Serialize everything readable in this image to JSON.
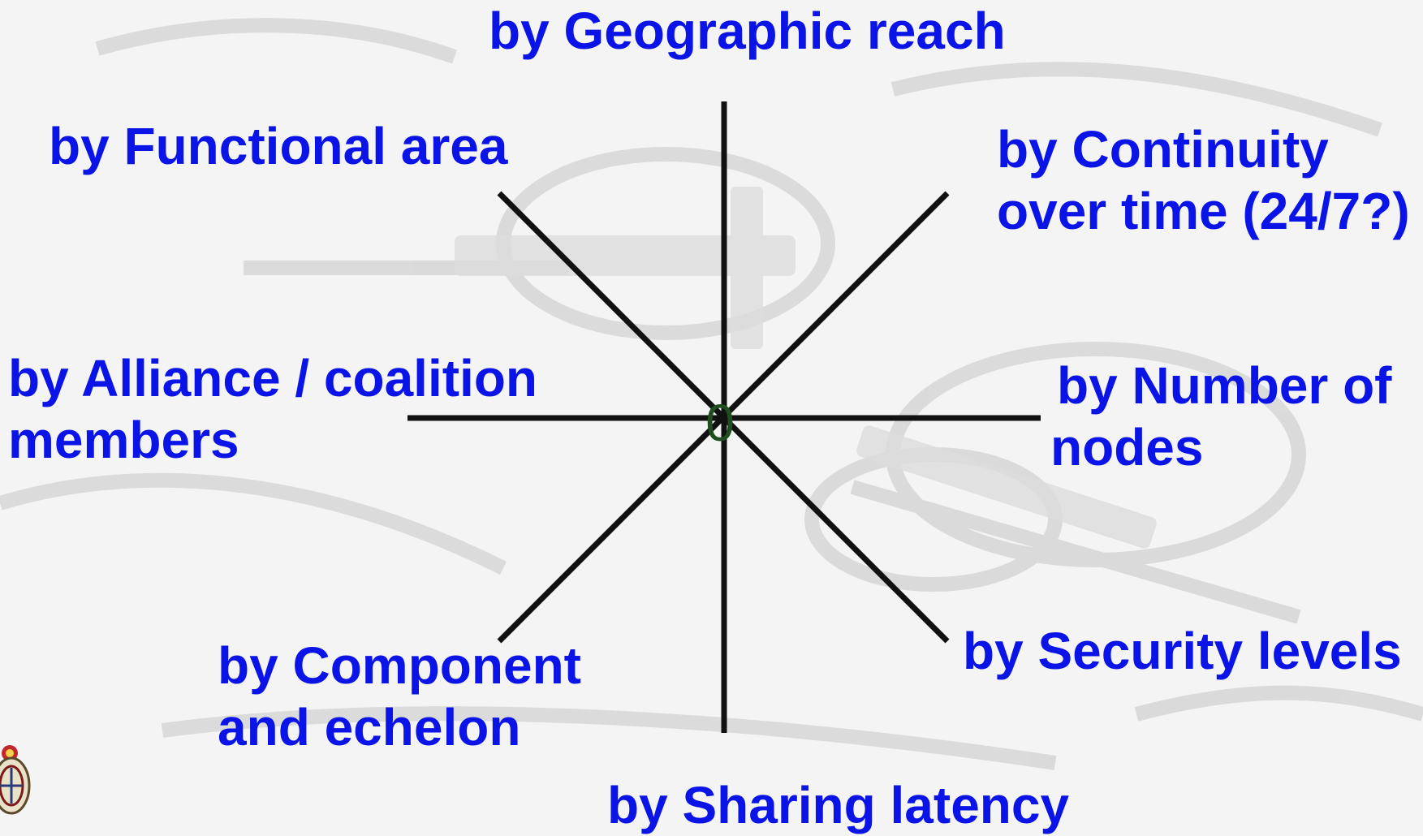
{
  "diagram": {
    "labels": {
      "top": "by Geographic reach",
      "top_left": "by Functional area",
      "top_right_line1": "by Continuity",
      "top_right_line2": "over time (24/7?)",
      "left_line1": "by Alliance / coalition",
      "left_line2": "members",
      "right_line1": "by Number of",
      "right_line2": "nodes",
      "bottom_left_line1": "by Component",
      "bottom_left_line2": "and echelon",
      "bottom_right": "by Security levels",
      "bottom": "by Sharing latency"
    },
    "origin_label": "0"
  },
  "colors": {
    "label_text": "#0a14e6",
    "axis_line": "#111111",
    "origin": "#1e4d1e",
    "background": "#f4f4f4"
  },
  "icons": {
    "emblem": "crest-emblem-icon"
  }
}
